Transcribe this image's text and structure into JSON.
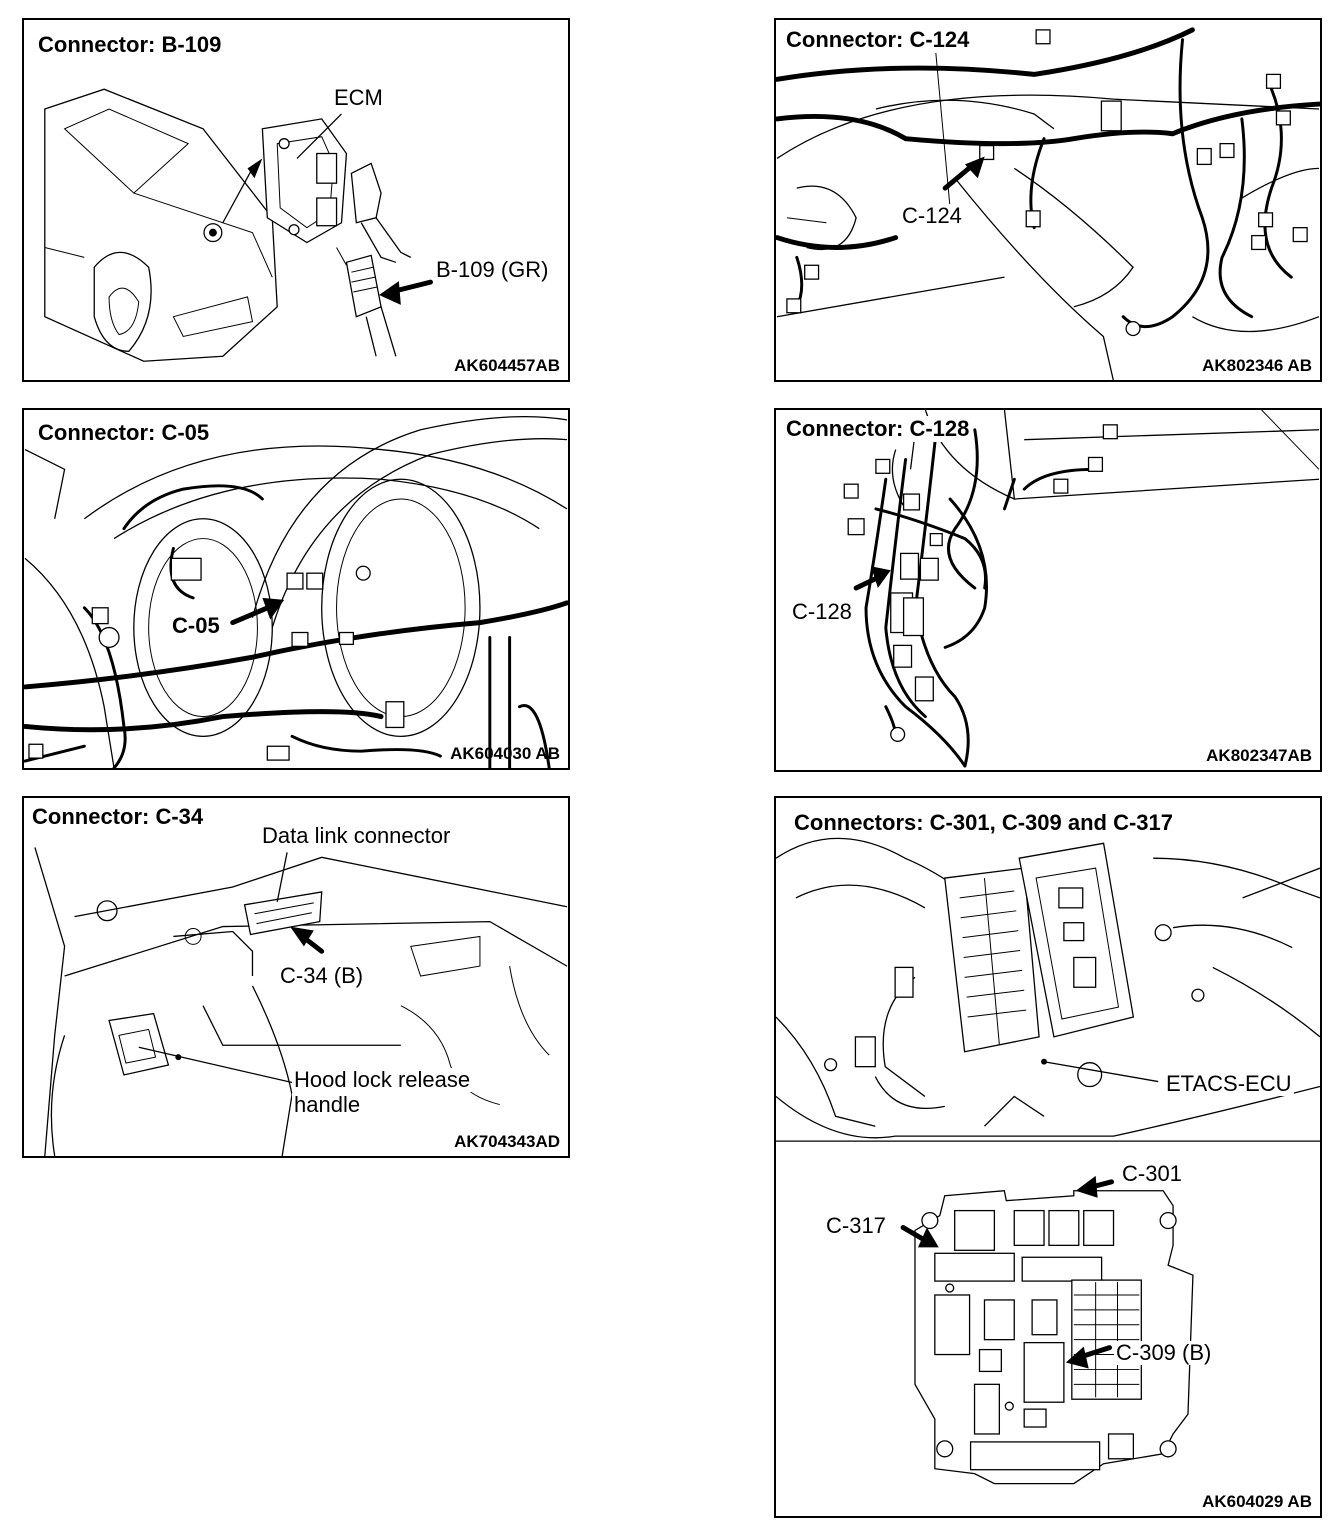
{
  "panels": [
    {
      "title": "Connector: B-109",
      "code": "AK604457AB",
      "labels": [
        "ECM",
        "B-109 (GR)"
      ]
    },
    {
      "title": "Connector: C-124",
      "code": "AK802346 AB",
      "labels": [
        "C-124"
      ]
    },
    {
      "title": "Connector: C-05",
      "code": "AK604030 AB",
      "labels": [
        "C-05"
      ]
    },
    {
      "title": "Connector: C-128",
      "code": "AK802347AB",
      "labels": [
        "C-128"
      ]
    },
    {
      "title": "Connector: C-34",
      "code": "AK704343AD",
      "labels": [
        "Data link connector",
        "C-34 (B)",
        "Hood lock release",
        "handle"
      ]
    },
    {
      "title": "Connectors: C-301, C-309 and C-317",
      "code": "AK604029 AB",
      "labels": [
        "ETACS-ECU",
        "C-301",
        "C-317",
        "C-309 (B)"
      ]
    }
  ]
}
